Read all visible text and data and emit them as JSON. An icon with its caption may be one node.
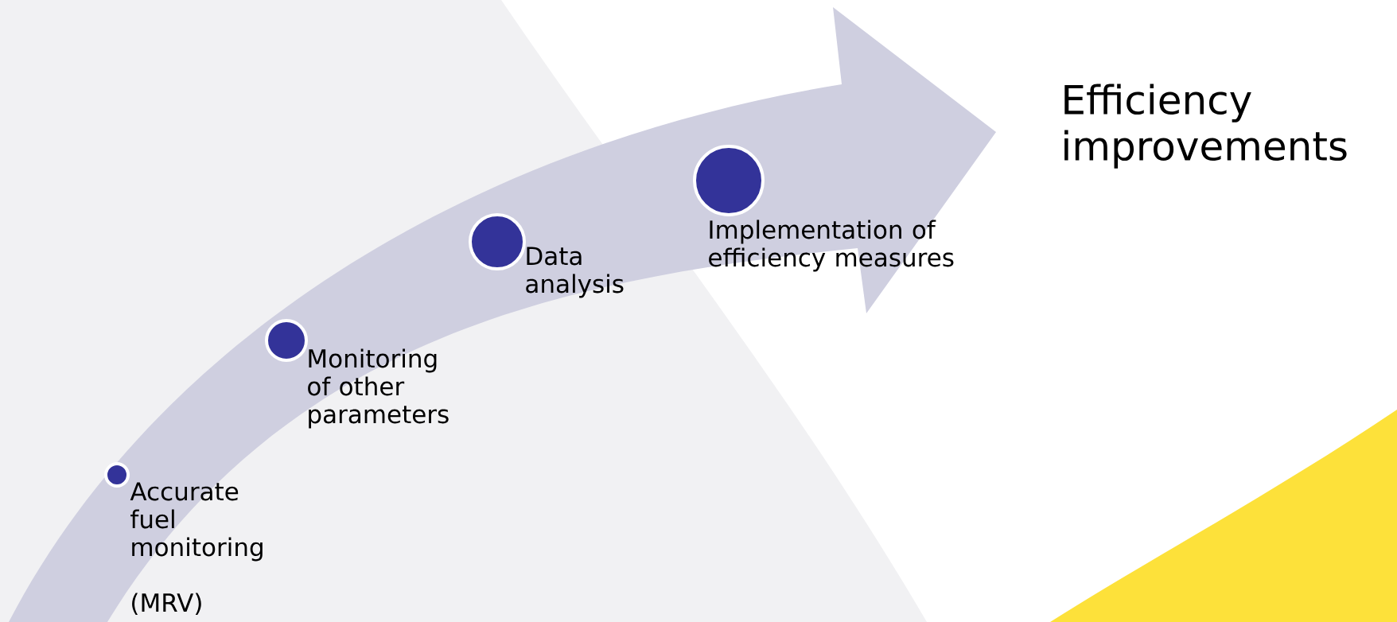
{
  "diagram": {
    "nodes": [
      {
        "text": [],
        "shape": "circle",
        "beside": [
          "Accurate fuel monitoring",
          "(MRV)"
        ]
      },
      {
        "text": [],
        "shape": "circle",
        "beside": [
          "Monitoring of other parameters"
        ]
      },
      {
        "text": [],
        "shape": "circle",
        "beside": [
          "Data analysis"
        ]
      },
      {
        "text": [],
        "shape": "circle",
        "beside": [
          "Implementation of efficiency measures"
        ]
      }
    ],
    "labels": [
      "Efficiency improvements"
    ]
  }
}
